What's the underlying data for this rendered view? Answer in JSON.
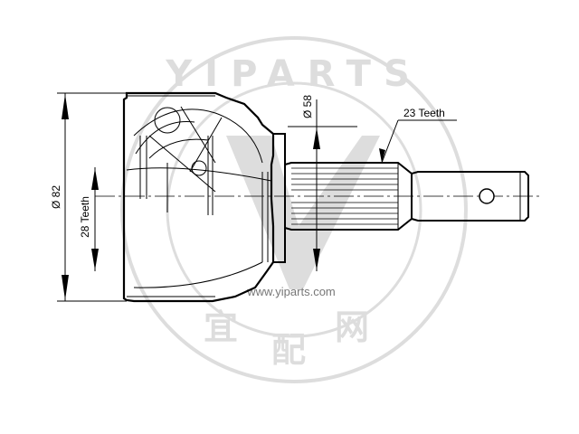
{
  "labels": {
    "outer_diameter": "Ø 82",
    "inner_teeth": "28 Teeth",
    "bore_diameter": "Ø 58",
    "outer_teeth": "23 Teeth"
  },
  "watermark": {
    "arc_text": "YIPARTS",
    "url": "www.yiparts.com",
    "char_1": "宜",
    "char_2": "配",
    "char_3": "网"
  }
}
